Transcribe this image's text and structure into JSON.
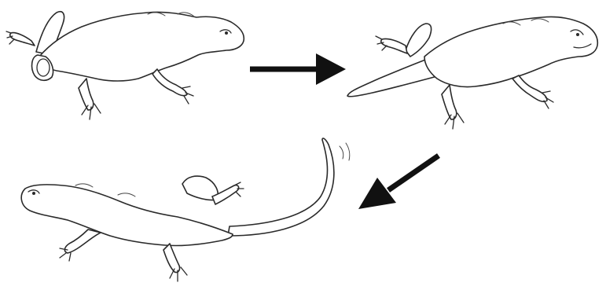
{
  "diagram": {
    "stages": [
      {
        "id": "stage-1",
        "state": "tail-stump"
      },
      {
        "id": "stage-2",
        "state": "tail-regrowing"
      },
      {
        "id": "stage-3",
        "state": "tail-regrown"
      }
    ],
    "arrows": [
      {
        "from": "stage-1",
        "to": "stage-2",
        "direction": "right"
      },
      {
        "from": "stage-2",
        "to": "stage-3",
        "direction": "down-left"
      }
    ],
    "colors": {
      "outline": "#2a2a2a",
      "arrow": "#111111",
      "background": "#ffffff"
    }
  }
}
